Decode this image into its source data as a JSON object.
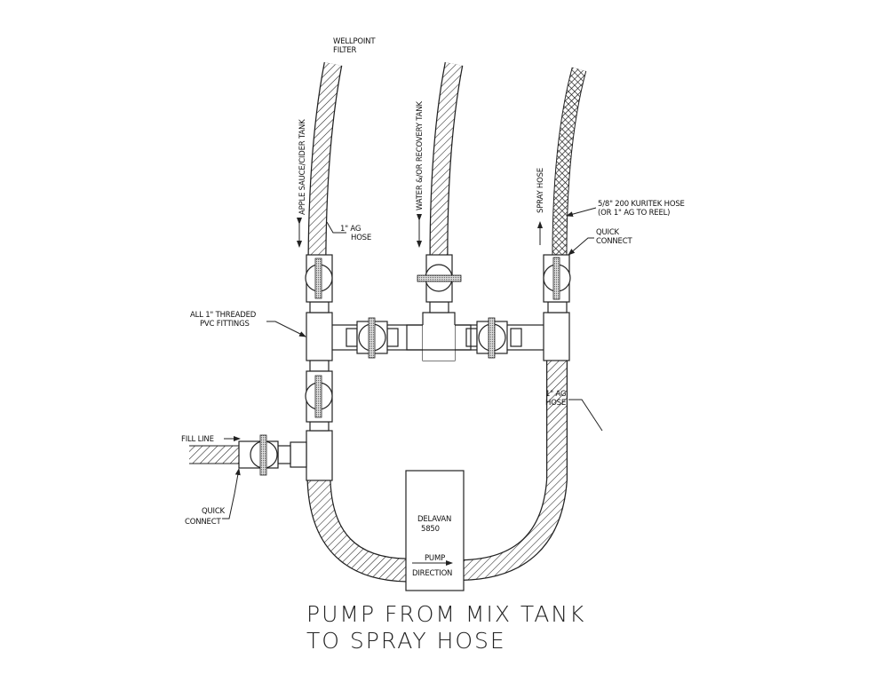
{
  "labels": {
    "wellpoint": [
      "WELLPOINT",
      "FILTER"
    ],
    "apple_tank": "APPLE SAUCE/CIDER TANK",
    "water_tank": "WATER &/OR RECOVERY TANK",
    "spray_hose": "SPRAY HOSE",
    "kuritek": [
      "5/8\" 200 KURITEK HOSE",
      "(OR 1\" AG TO REEL)"
    ],
    "quick_connect_top": [
      "QUICK",
      "CONNECT"
    ],
    "ag_hose_left": [
      "1\" AG",
      "HOSE"
    ],
    "fittings": [
      "ALL 1\" THREADED",
      "PVC FITTINGS"
    ],
    "ag_hose_right": [
      "1\" AG",
      "HOSE"
    ],
    "fill_line": "FILL LINE",
    "quick_connect_bottom": [
      "QUICK",
      "CONNECT"
    ],
    "pump": [
      "DELAVAN",
      "5850"
    ],
    "pump_direction": [
      "PUMP",
      "DIRECTION"
    ]
  },
  "title": [
    "PUMP FROM MIX TANK",
    "TO SPRAY HOSE"
  ]
}
